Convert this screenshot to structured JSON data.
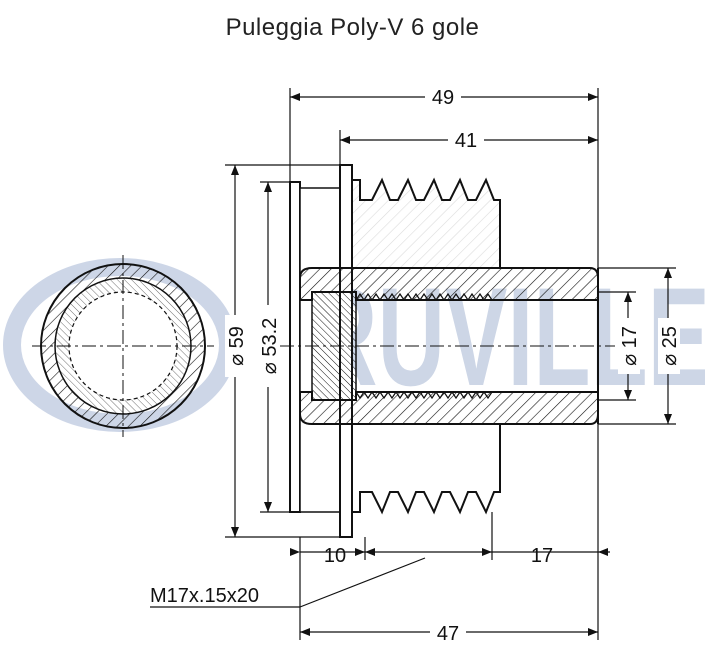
{
  "title": "Puleggia Poly-V 6 gole",
  "watermark": "RUVILLE",
  "colors": {
    "watermark": "#c8d2e4",
    "line": "#111111"
  },
  "dimensions": {
    "total_length": "49",
    "groove_length": "41",
    "diameter_outer": "⌀ 59",
    "diameter_pulley": "⌀ 53.2",
    "diameter_bore": "⌀ 17",
    "diameter_hub": "⌀ 25",
    "front_offset": "10",
    "rear_offset": "17",
    "thread": "M17x.15x20",
    "overall": "47"
  }
}
